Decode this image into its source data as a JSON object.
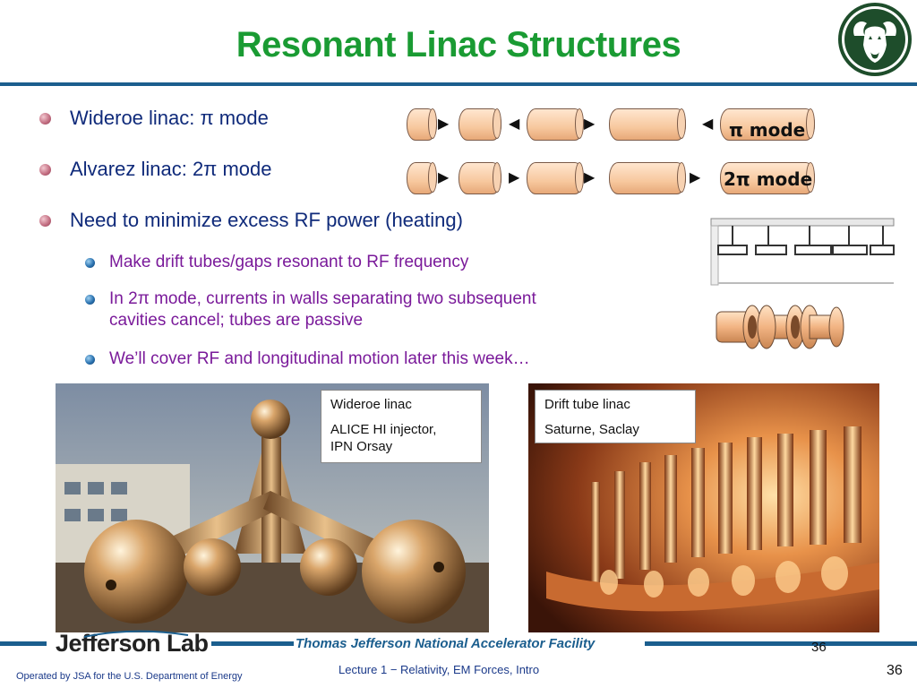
{
  "title": "Resonant Linac Structures",
  "bullets": {
    "wideroe": "Wideroe linac: π mode",
    "alvarez": "Alvarez linac: 2π mode",
    "minimize": "Need to minimize excess RF power (heating)",
    "sub1": "Make drift tubes/gaps resonant to RF frequency",
    "sub2_line1": "In 2π mode, currents in walls separating two subsequent",
    "sub2_line2": "cavities cancel; tubes are passive",
    "sub3": "We’ll cover RF and longitudinal motion later this week…"
  },
  "diagram": {
    "pi_mode_label": "π mode",
    "two_pi_mode_label": "2π mode"
  },
  "captions": {
    "left_line1": "Wideroe linac",
    "left_line2": "ALICE HI injector,",
    "left_line3": "IPN Orsay",
    "right_line1": "Drift tube linac",
    "right_line2": "Saturne, Saclay"
  },
  "footer": {
    "jlab": "Jefferson Lab",
    "facility": "Thomas Jefferson National Accelerator Facility",
    "operated": "Operated by JSA for the U.S. Department of Energy",
    "lecture": "Lecture 1 − Relativity, EM Forces, Intro",
    "page_top": "36",
    "page_bottom": "36"
  },
  "colors": {
    "title": "#1a9b33",
    "rule": "#1b5e8e",
    "bullet_text": "#0f2a7a",
    "sub_bullet_text": "#7a1a9a"
  }
}
